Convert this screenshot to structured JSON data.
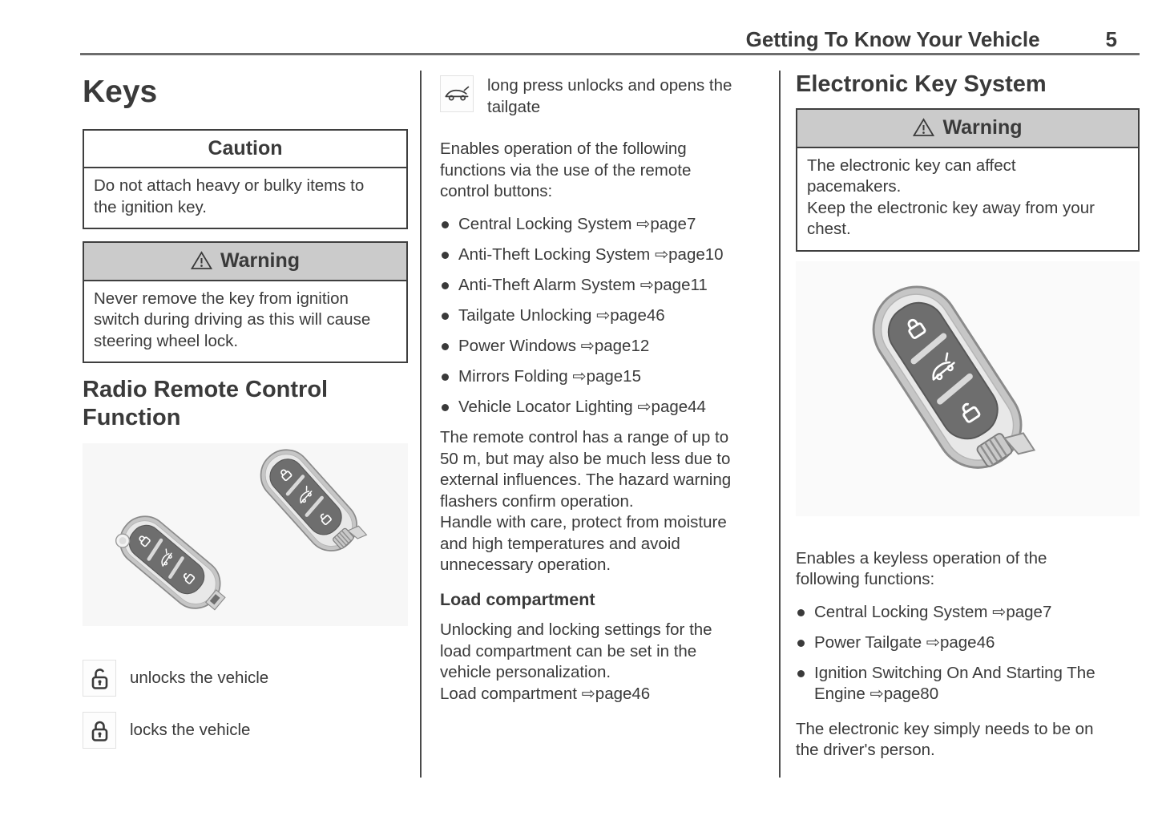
{
  "header": {
    "title": "Getting To Know Your Vehicle",
    "page_number": "5"
  },
  "left_column": {
    "keys_heading": "Keys",
    "caution_box": {
      "title": "Caution",
      "body": "Do not attach heavy or bulky items to\nthe ignition key."
    },
    "warning_box": {
      "title": "Warning",
      "icon": "warning-triangle-icon",
      "body": "Never remove the key from ignition\nswitch during driving as this will cause\nsteering wheel lock."
    },
    "radio_heading": "Radio Remote Control\nFunction",
    "keys_image_icons": [
      "lock-icon",
      "car-open-tailgate-icon",
      "unlock-icon"
    ],
    "legend": [
      {
        "icon": "unlock-icon",
        "text": "unlocks the vehicle"
      },
      {
        "icon": "lock-icon",
        "text": "locks the vehicle"
      }
    ]
  },
  "middle_column": {
    "tailgate_legend": {
      "icon": "car-open-tailgate-icon",
      "text": "long press unlocks and opens the\ntailgate"
    },
    "intro": "Enables operation of the following\nfunctions via the use of the remote\ncontrol buttons:",
    "bullets": [
      "Central Locking System ⇨page7",
      "Anti-Theft Locking System ⇨page10",
      "Anti-Theft Alarm System ⇨page11",
      "Tailgate Unlocking ⇨page46",
      "Power Windows ⇨page12",
      "Mirrors Folding ⇨page15",
      "Vehicle Locator Lighting ⇨page44"
    ],
    "range_paragraph": "The remote control has a range of up to\n50 m, but may also be much less due to\nexternal influences. The hazard warning\nflashers confirm operation.\nHandle with care, protect from moisture\nand high temperatures and avoid\nunnecessary operation.",
    "load_heading": "Load compartment",
    "load_paragraph": "Unlocking and locking settings for the\nload compartment can be set in the\nvehicle personalization.\nLoad compartment ⇨page46"
  },
  "right_column": {
    "heading": "Electronic Key System",
    "warning_box": {
      "title": "Warning",
      "icon": "warning-triangle-icon",
      "body": "The electronic key can affect\npacemakers.\nKeep the electronic key away from your\nchest."
    },
    "intro": "Enables a keyless operation of the\nfollowing functions:",
    "bullets": [
      "Central Locking System ⇨page7",
      "Power Tailgate ⇨page46",
      "Ignition Switching On And Starting The\nEngine ⇨page80"
    ],
    "outro": "The electronic key simply needs to be on\nthe driver's person."
  },
  "colors": {
    "text": "#3a3a3a",
    "box_border": "#3f3f3f",
    "warning_header_bg": "#cbcbcb",
    "column_divider": "#4a4a4a"
  }
}
